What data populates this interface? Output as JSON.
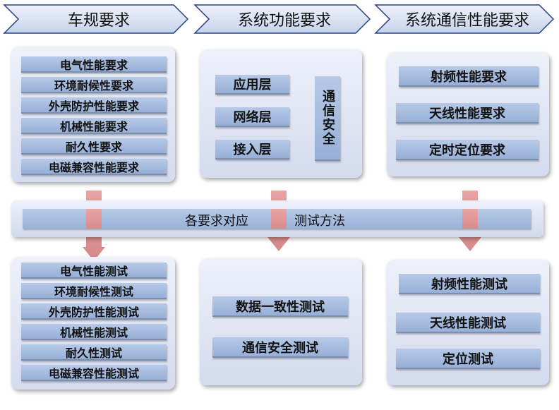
{
  "headers": [
    "车规要求",
    "系统功能要求",
    "系统通信性能要求"
  ],
  "left_top": [
    "电气性能要求",
    "环境耐候性要求",
    "外壳防护性能要求",
    "机械性能要求",
    "耐久性要求",
    "电磁兼容性能要求"
  ],
  "mid_top": {
    "layers": [
      "应用层",
      "网络层",
      "接入层"
    ],
    "side": "通信安全"
  },
  "right_top": [
    "射频性能要求",
    "天线性能要求",
    "定时定位要求"
  ],
  "band": {
    "left": "各要求对应",
    "right": "测试方法"
  },
  "left_bottom": [
    "电气性能测试",
    "环境耐候性测试",
    "外壳防护性能测试",
    "机械性能测试",
    "耐久性测试",
    "电磁兼容性能测试"
  ],
  "mid_bottom": [
    "数据一致性测试",
    "通信安全测试"
  ],
  "right_bottom": [
    "射频性能测试",
    "天线性能测试",
    "定位测试"
  ],
  "colors": {
    "header_border": "#23408a",
    "bar": "#a7bde0",
    "panel": "#e2e7f5",
    "arrow": "#d98c8c"
  }
}
